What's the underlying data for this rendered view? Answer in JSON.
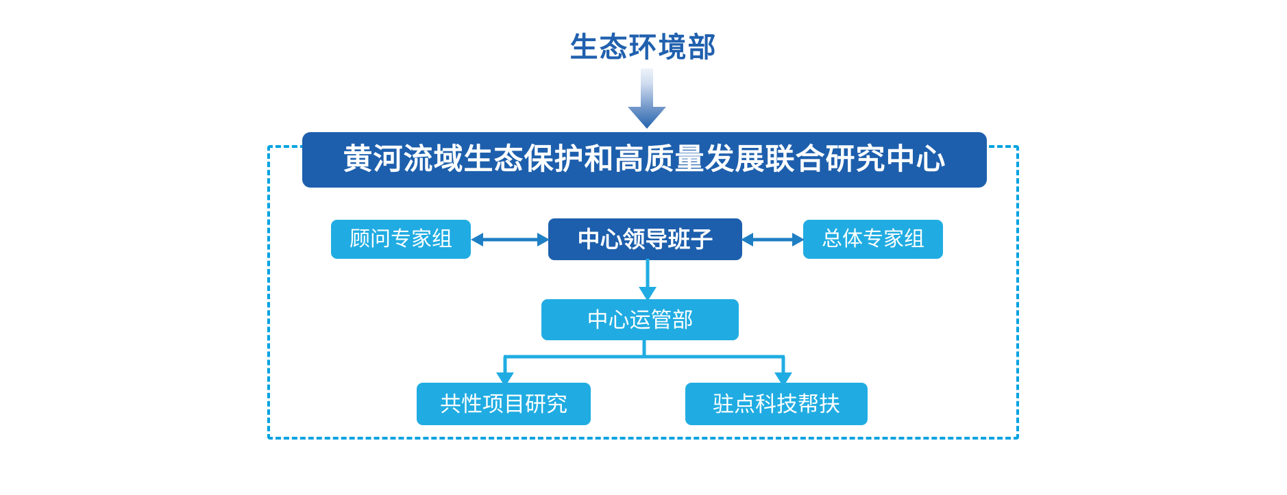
{
  "diagram": {
    "type": "organization-chart",
    "ministry": {
      "label": "生态环境部"
    },
    "center": {
      "header_label": "黄河流域生态保护和高质量发展联合研究中心"
    },
    "nodes": {
      "advisory_expert_group": "顾问专家组",
      "center_leadership": "中心领导班子",
      "general_expert_group": "总体专家组",
      "center_operations": "中心运管部",
      "common_project_research": "共性项目研究",
      "stationed_tech_support": "驻点科技帮扶"
    },
    "colors": {
      "dark_blue": "#1d5fad",
      "light_blue": "#20ace2",
      "accent_cyan": "#00a2e0",
      "title_blue": "#2060ae",
      "background": "#ffffff",
      "node_text": "#ffffff"
    },
    "connections": [
      {
        "from": "生态环境部",
        "to": "黄河流域生态保护和高质量发展联合研究中心",
        "style": "arrow-down"
      },
      {
        "from": "顾问专家组",
        "to": "中心领导班子",
        "style": "double-arrow"
      },
      {
        "from": "中心领导班子",
        "to": "总体专家组",
        "style": "double-arrow"
      },
      {
        "from": "中心领导班子",
        "to": "中心运管部",
        "style": "arrow-down"
      },
      {
        "from": "中心运管部",
        "to": "共性项目研究",
        "style": "arrow-down-split"
      },
      {
        "from": "中心运管部",
        "to": "驻点科技帮扶",
        "style": "arrow-down-split"
      }
    ],
    "dashed_group": {
      "label": "",
      "contains": [
        "黄河流域生态保护和高质量发展联合研究中心",
        "顾问专家组",
        "中心领导班子",
        "总体专家组",
        "中心运管部",
        "共性项目研究",
        "驻点科技帮扶"
      ]
    }
  }
}
